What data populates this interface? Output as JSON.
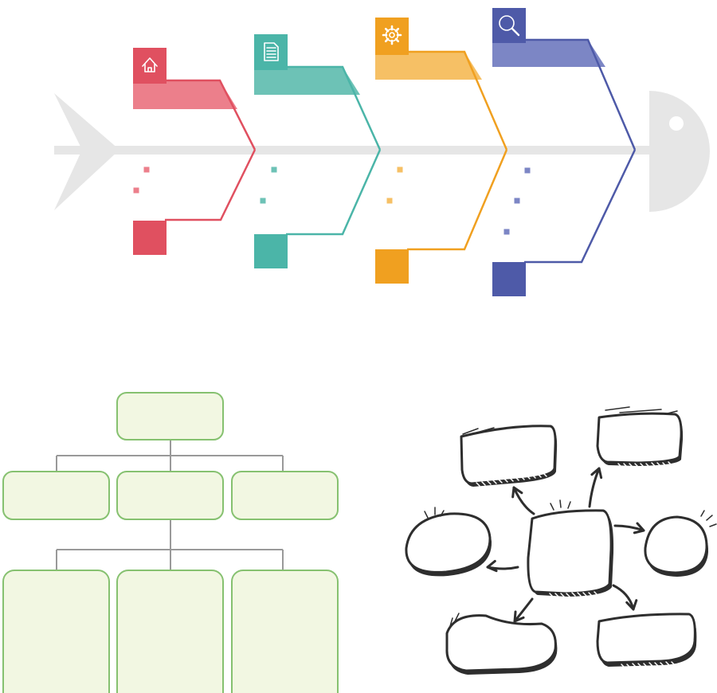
{
  "colors": {
    "background": "#ffffff",
    "fishbone_spine": "#e6e6e6",
    "red": "#e05060",
    "red_light": "#ec7f8b",
    "teal": "#4bb5a8",
    "teal_light": "#6dc2b6",
    "orange": "#f0a020",
    "orange_light": "#f6c065",
    "blue": "#4e5aa8",
    "blue_light": "#7c86c5",
    "org_box_fill": "#f2f7e2",
    "org_box_border": "#86c170",
    "org_connector": "#999999",
    "sketch_stroke": "#2e2e2e"
  },
  "fishbone": {
    "categories": [
      {
        "icon": "home-icon",
        "color": "red"
      },
      {
        "icon": "document-icon",
        "color": "teal"
      },
      {
        "icon": "gear-icon",
        "color": "orange"
      },
      {
        "icon": "magnifier-icon",
        "color": "blue"
      }
    ]
  },
  "org_chart": {
    "levels": [
      1,
      3,
      3
    ]
  },
  "mind_map": {
    "nodes": [
      "center",
      "top-left",
      "top-right",
      "left",
      "right",
      "bottom-left",
      "bottom-right"
    ]
  }
}
